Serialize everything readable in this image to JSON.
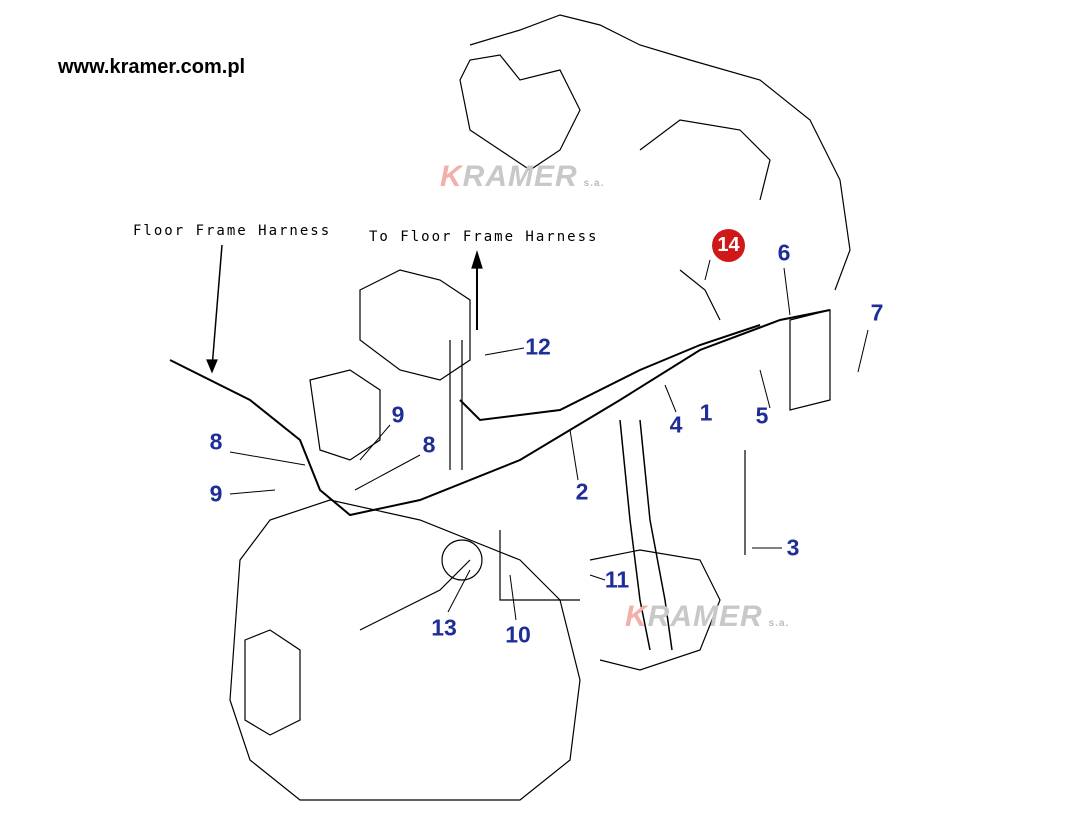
{
  "header": {
    "website": "www.kramer.com.pl"
  },
  "watermark": {
    "brand_k": "K",
    "brand_rest": "RAMER",
    "suffix": "s.a."
  },
  "notes": {
    "floor_frame": "Floor Frame Harness",
    "to_floor_frame": "To Floor Frame Harness"
  },
  "callouts": {
    "highlighted": "14",
    "items": [
      "6",
      "7",
      "12",
      "9",
      "8",
      "8",
      "9",
      "4",
      "1",
      "5",
      "2",
      "3",
      "11",
      "13",
      "10"
    ]
  },
  "colors": {
    "callout": "#1f2d96",
    "highlight": "#d01818"
  }
}
